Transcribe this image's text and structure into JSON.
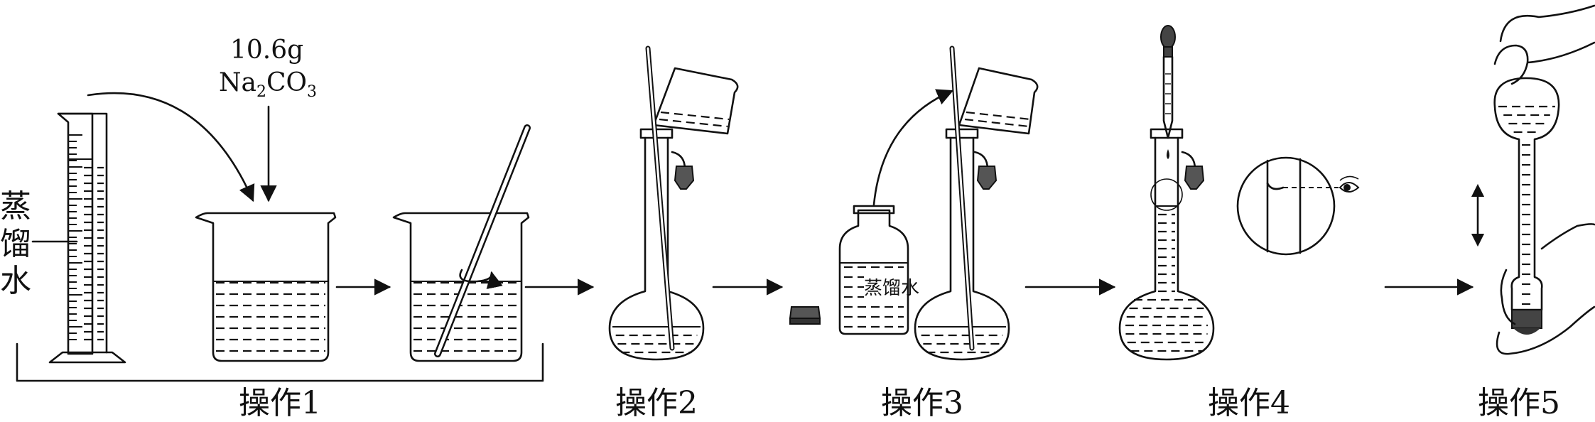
{
  "steps": [
    {
      "label": "操作1"
    },
    {
      "label": "操作2"
    },
    {
      "label": "操作3"
    },
    {
      "label": "操作4"
    },
    {
      "label": "操作5"
    }
  ],
  "reagent": {
    "amount": "10.6g",
    "formula_main": "Na",
    "formula_sub1": "2",
    "formula_mid": "CO",
    "formula_sub2": "3"
  },
  "cylinder_label": [
    "蒸",
    "馏",
    "水"
  ],
  "bottle_label": "蒸馏水"
}
